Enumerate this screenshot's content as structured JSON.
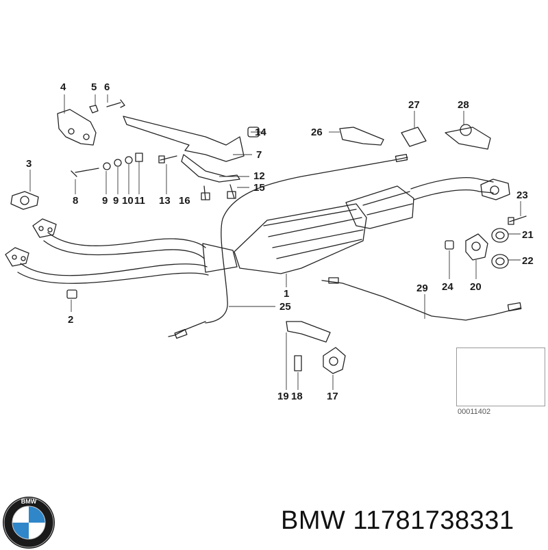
{
  "callouts": [
    "4",
    "5",
    "6",
    "3",
    "27",
    "28",
    "26",
    "14",
    "7",
    "8",
    "9",
    "9",
    "10",
    "11",
    "13",
    "12",
    "15",
    "16",
    "23",
    "21",
    "22",
    "24",
    "20",
    "2",
    "1",
    "25",
    "29",
    "19",
    "18",
    "17"
  ],
  "inset": {
    "code": "00011402"
  },
  "brand": {
    "logo_letters": "BMW",
    "text": "BMW 11781738331"
  }
}
